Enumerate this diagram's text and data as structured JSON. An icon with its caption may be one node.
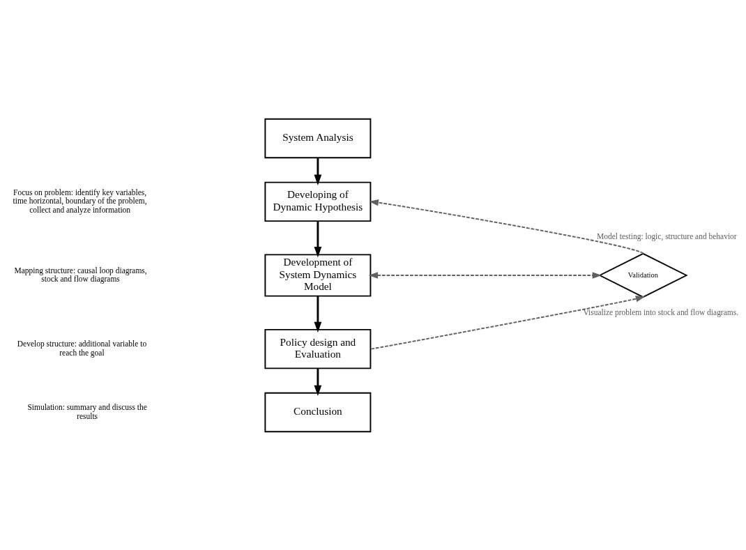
{
  "diagram": {
    "nodes": [
      {
        "text": [
          "System Analysis"
        ]
      },
      {
        "text": [
          "Developing of Dynamic Hypothesis"
        ]
      },
      {
        "text": [
          "Development of System Dynamics Model"
        ]
      },
      {
        "text": [
          "Policy design and Evaluation"
        ]
      },
      {
        "text": [
          "Conclusion"
        ]
      },
      {
        "text": [
          "Validation"
        ]
      }
    ],
    "edges": [
      {
        "from": 0,
        "to": 1,
        "arrow": "to"
      },
      {
        "from": 1,
        "to": 2,
        "arrow": "to"
      },
      {
        "from": 2,
        "to": 3,
        "arrow": "to"
      },
      {
        "from": 3,
        "to": 4,
        "arrow": "to"
      },
      {
        "from": 5,
        "to": 1,
        "arrow": "to",
        "style": "dashed",
        "color": "#606060",
        "label": "Model testing: logic, structure and behavior"
      },
      {
        "from": 2,
        "to": 5,
        "arrow": "both",
        "style": "dashed",
        "color": "#606060"
      },
      {
        "from": 3,
        "to": 5,
        "arrow": "to",
        "style": "dashed",
        "color": "#606060",
        "label": "Visualize problem into stock and flow diagrams."
      }
    ],
    "labels": [
      "Focus on problem: identify key variables, time horizontal, boundary of the problem, collect and analyze information",
      "Mapping structure: causal loop diagrams, stock and flow diagrams",
      "Develop structure: additional variable to reach the goal",
      "Simulation: summary and discuss the results"
    ]
  }
}
